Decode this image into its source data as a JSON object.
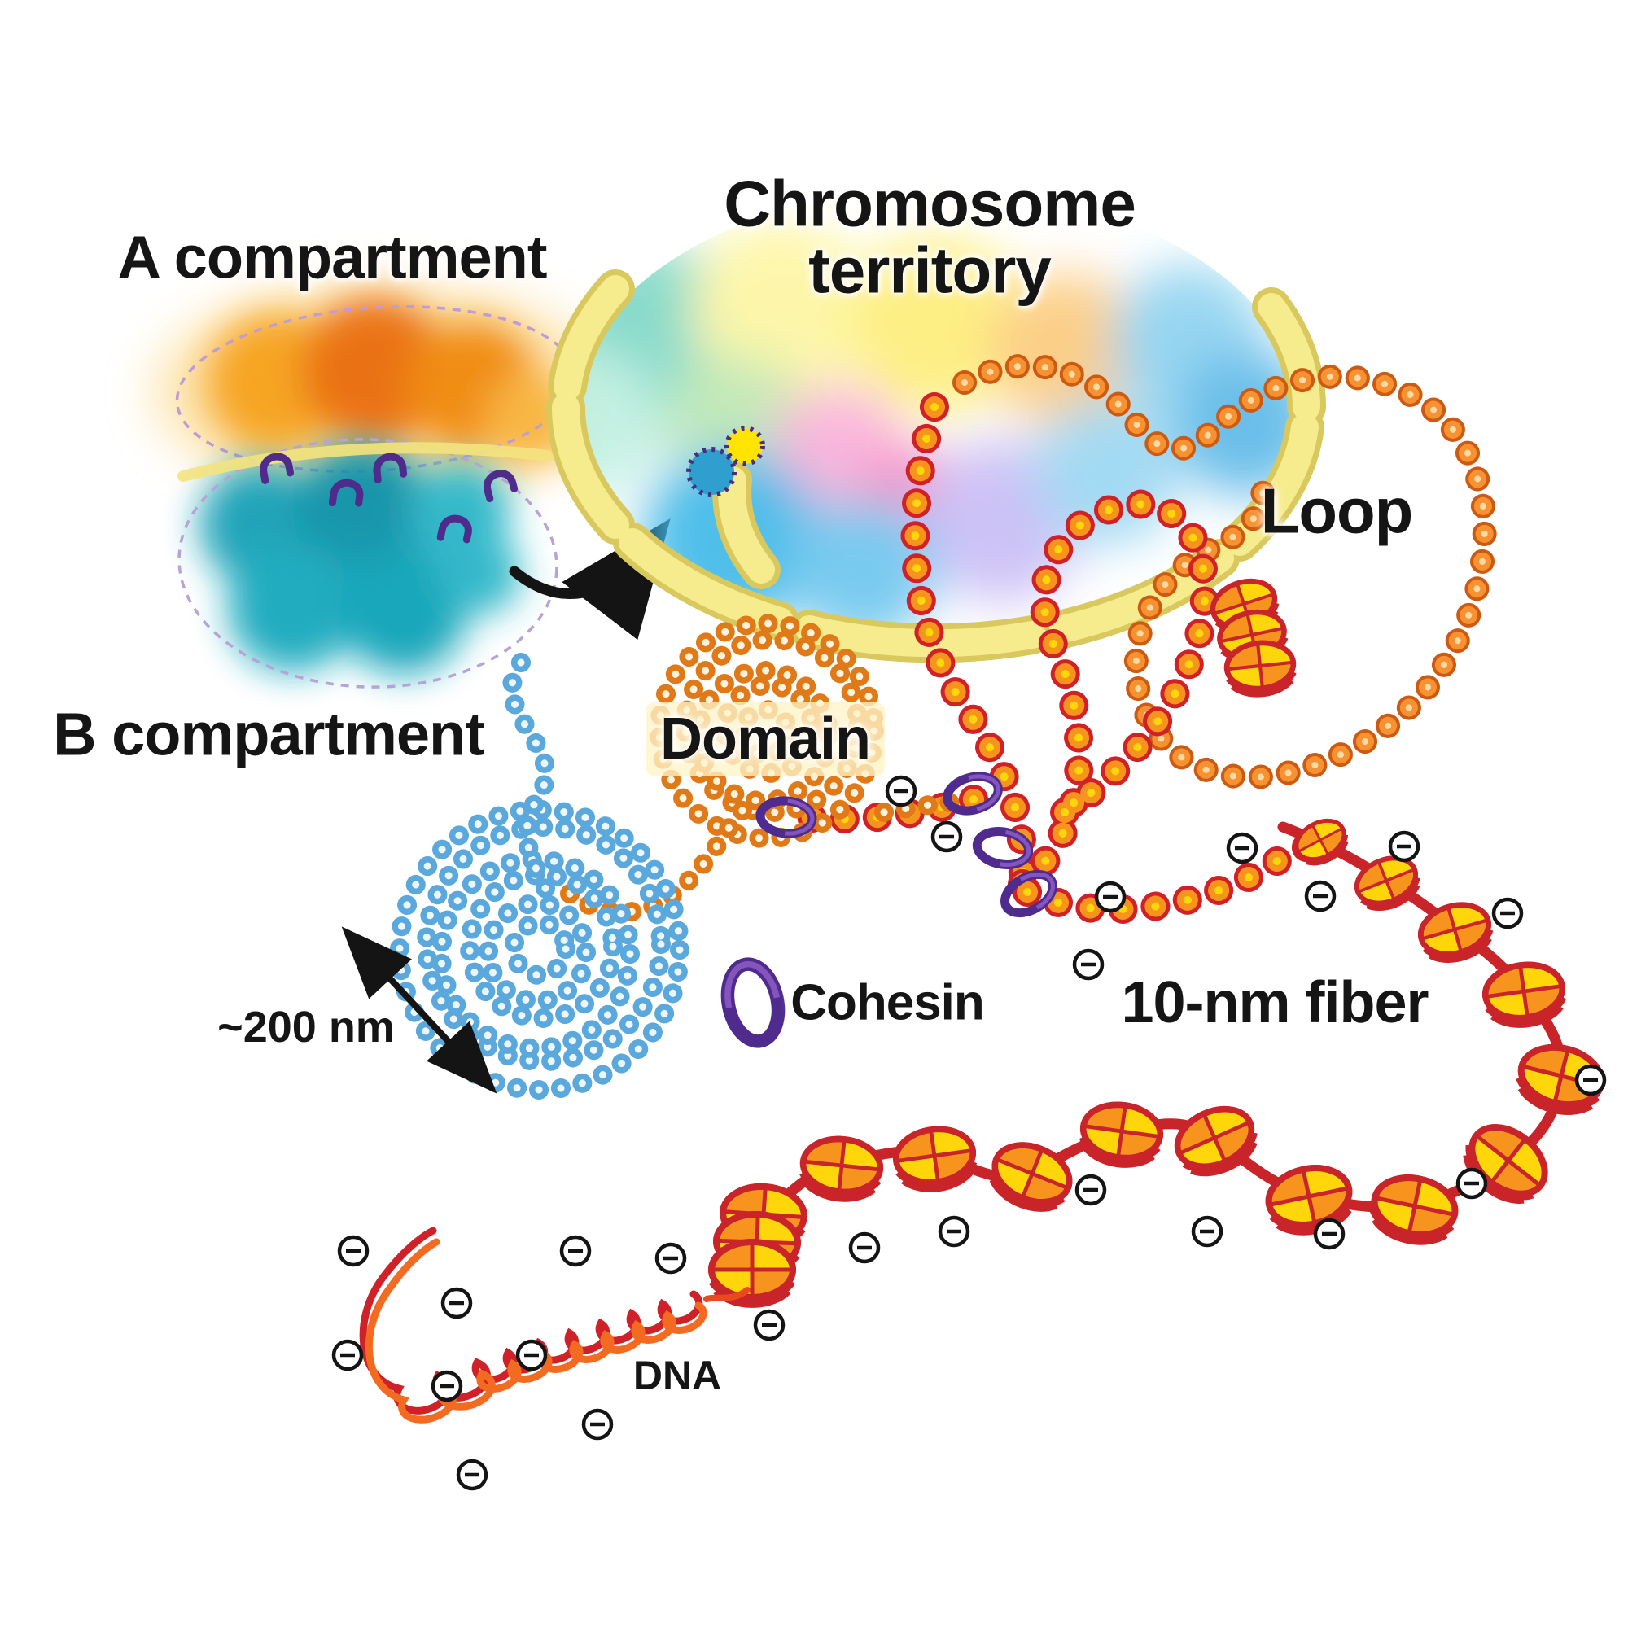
{
  "labels": {
    "chromosome_line1": "Chromosome",
    "chromosome_line2": "territory",
    "a_compartment": "A compartment",
    "b_compartment": "B compartment",
    "loop": "Loop",
    "domain": "Domain",
    "cohesin": "Cohesin",
    "fiber": "10-nm fiber",
    "scale": "~200 nm",
    "dna": "DNA"
  },
  "colors": {
    "dna_red": "#cf2127",
    "dna_orange": "#f26b21",
    "nucleosome_orange": "#f7941d",
    "nucleosome_yellow": "#ffd60a",
    "bead_blue": "#5aa8dc",
    "cohesin_purple": "#4f2b8e",
    "lamina_yellow": "#f2e67d",
    "compartment_a_orange": "#ea6d0e",
    "compartment_b_teal": "#11a3b8",
    "text": "#151515"
  }
}
